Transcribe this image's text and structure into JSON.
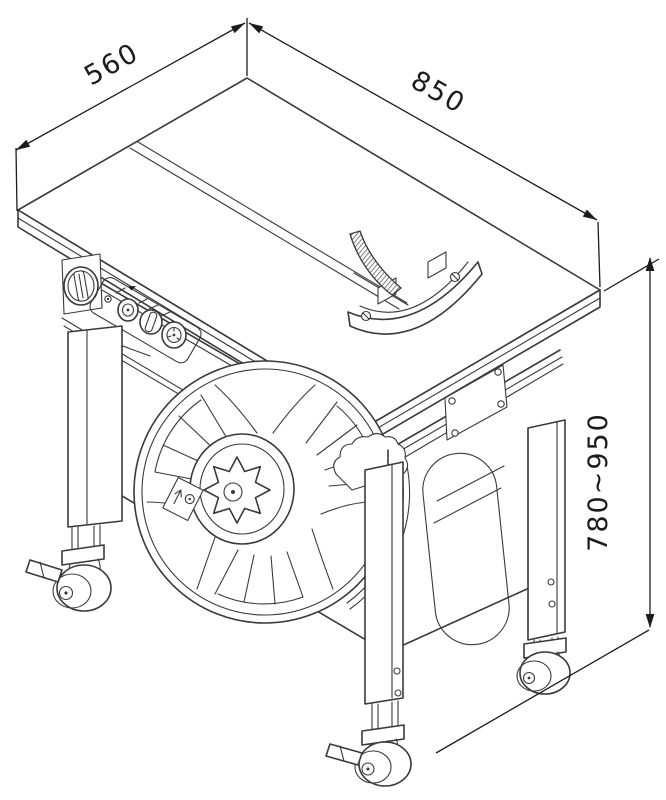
{
  "page": {
    "background": "#ffffff"
  },
  "diagram": {
    "line_color": "#3a3a3c",
    "text_color": "#1c1c1c",
    "dimension_labels": {
      "depth": "560",
      "width": "850",
      "height": "780~950"
    }
  }
}
